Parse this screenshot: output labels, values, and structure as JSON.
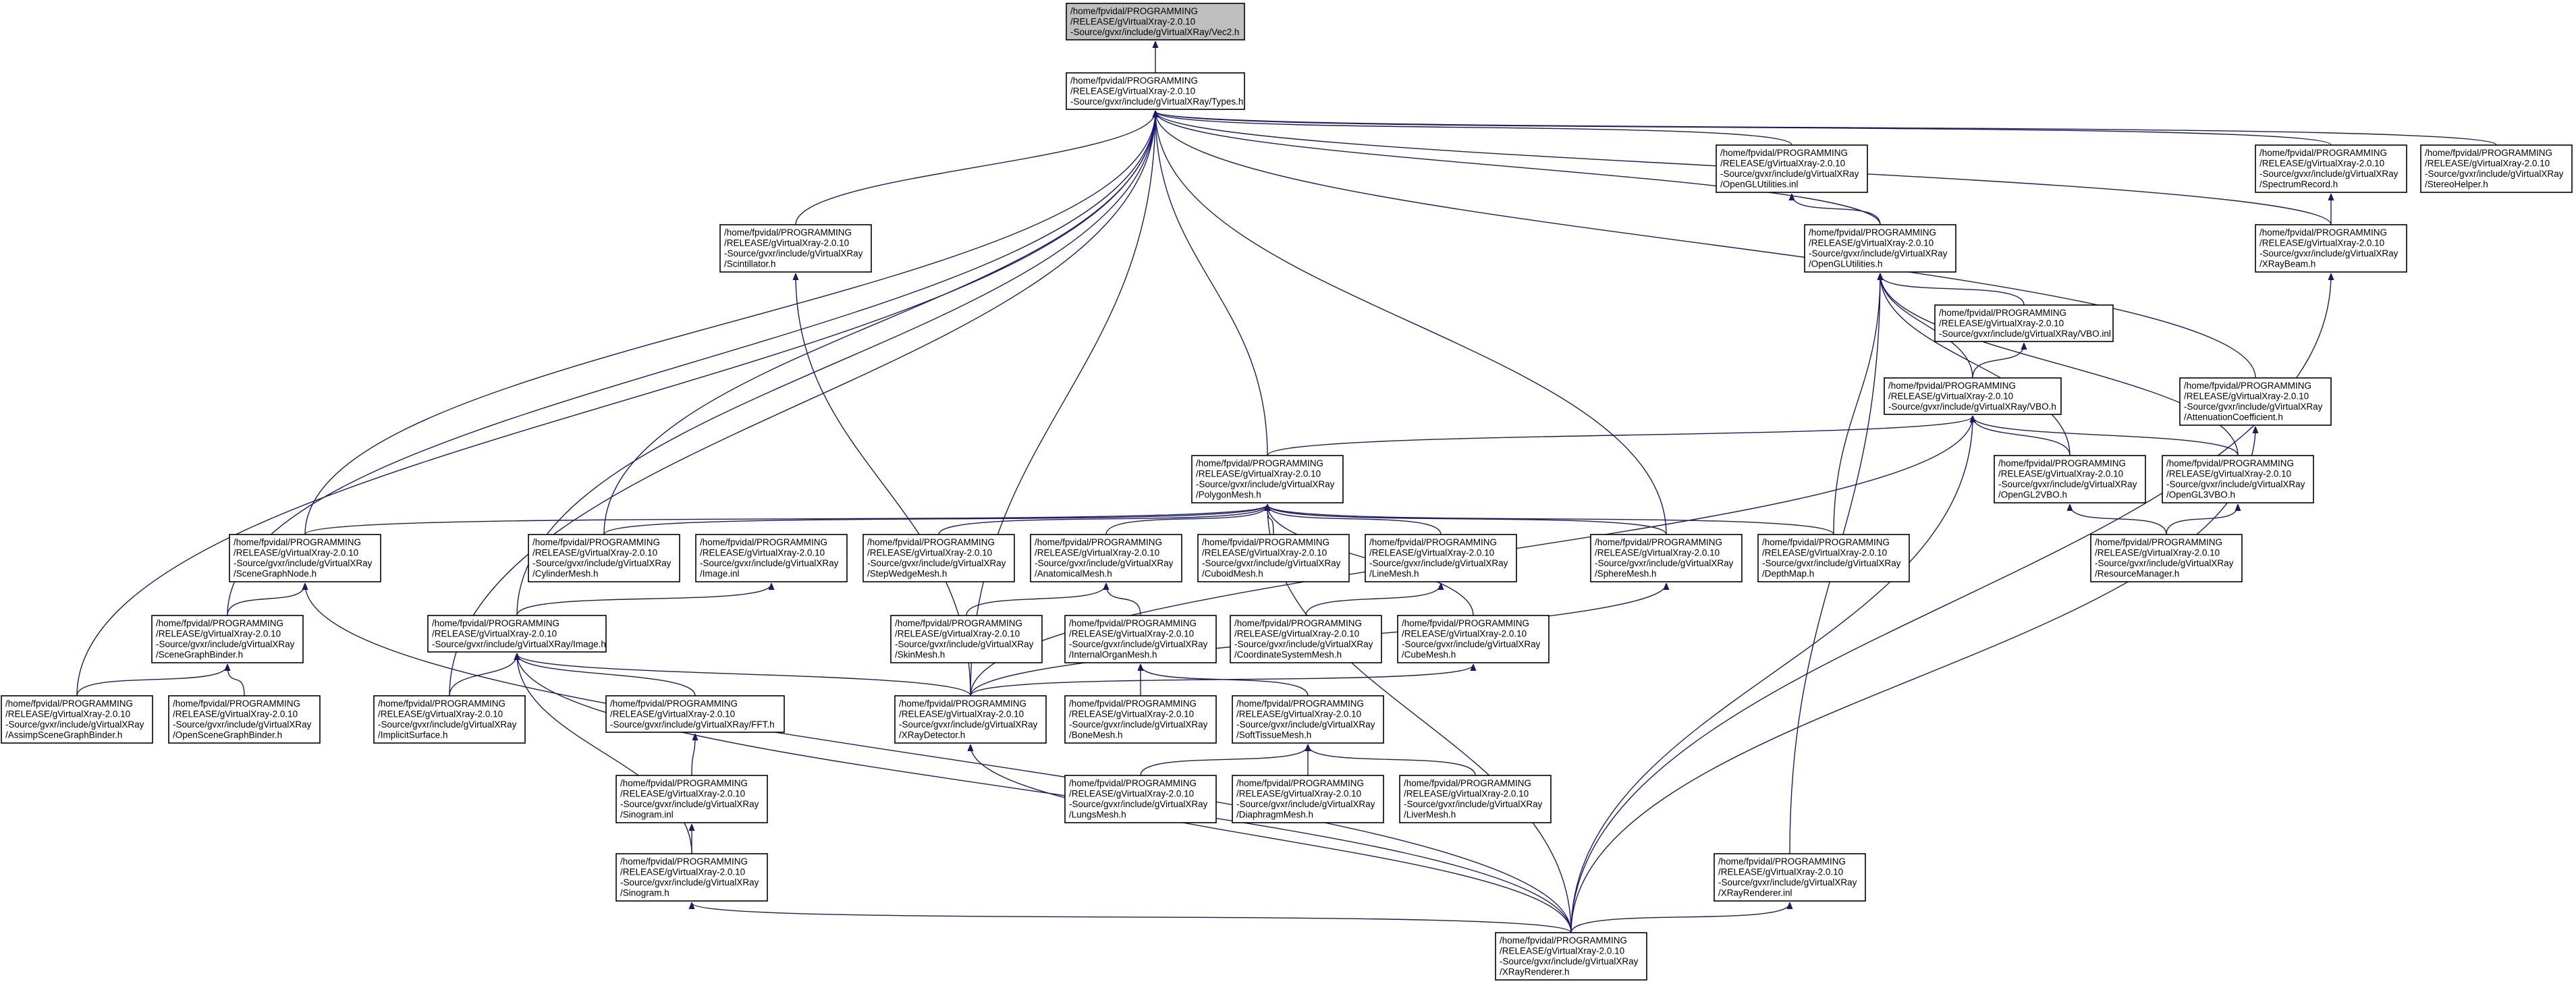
{
  "diagram": {
    "colors": {
      "edge": "#191970",
      "box_border": "#000000",
      "root_fill": "#bfbfbf",
      "box_fill": "#ffffff"
    },
    "nodes": [
      {
        "id": "vec2",
        "lines": [
          "/home/fpvidal/PROGRAMMING",
          "/RELEASE/gVirtualXray-2.0.10",
          "-Source/gvxr/include/gVirtualXRay/Vec2.h"
        ],
        "root": true
      },
      {
        "id": "types",
        "lines": [
          "/home/fpvidal/PROGRAMMING",
          "/RELEASE/gVirtualXray-2.0.10",
          "-Source/gvxr/include/gVirtualXRay/Types.h"
        ]
      },
      {
        "id": "oglutil_inl",
        "lines": [
          "/home/fpvidal/PROGRAMMING",
          "/RELEASE/gVirtualXray-2.0.10",
          "-Source/gvxr/include/gVirtualXRay",
          "/OpenGLUtilities.inl"
        ]
      },
      {
        "id": "spectrum",
        "lines": [
          "/home/fpvidal/PROGRAMMING",
          "/RELEASE/gVirtualXray-2.0.10",
          "-Source/gvxr/include/gVirtualXRay",
          "/SpectrumRecord.h"
        ]
      },
      {
        "id": "stereo",
        "lines": [
          "/home/fpvidal/PROGRAMMING",
          "/RELEASE/gVirtualXray-2.0.10",
          "-Source/gvxr/include/gVirtualXRay",
          "/StereoHelper.h"
        ]
      },
      {
        "id": "scint",
        "lines": [
          "/home/fpvidal/PROGRAMMING",
          "/RELEASE/gVirtualXray-2.0.10",
          "-Source/gvxr/include/gVirtualXRay",
          "/Scintillator.h"
        ]
      },
      {
        "id": "oglutil_h",
        "lines": [
          "/home/fpvidal/PROGRAMMING",
          "/RELEASE/gVirtualXray-2.0.10",
          "-Source/gvxr/include/gVirtualXRay",
          "/OpenGLUtilities.h"
        ]
      },
      {
        "id": "xraybeam",
        "lines": [
          "/home/fpvidal/PROGRAMMING",
          "/RELEASE/gVirtualXray-2.0.10",
          "-Source/gvxr/include/gVirtualXRay",
          "/XRayBeam.h"
        ]
      },
      {
        "id": "vbo_inl",
        "lines": [
          "/home/fpvidal/PROGRAMMING",
          "/RELEASE/gVirtualXray-2.0.10",
          "-Source/gvxr/include/gVirtualXRay/VBO.inl"
        ]
      },
      {
        "id": "vbo_h",
        "lines": [
          "/home/fpvidal/PROGRAMMING",
          "/RELEASE/gVirtualXray-2.0.10",
          "-Source/gvxr/include/gVirtualXRay/VBO.h"
        ]
      },
      {
        "id": "atten",
        "lines": [
          "/home/fpvidal/PROGRAMMING",
          "/RELEASE/gVirtualXray-2.0.10",
          "-Source/gvxr/include/gVirtualXRay",
          "/AttenuationCoefficient.h"
        ]
      },
      {
        "id": "polymesh",
        "lines": [
          "/home/fpvidal/PROGRAMMING",
          "/RELEASE/gVirtualXray-2.0.10",
          "-Source/gvxr/include/gVirtualXRay",
          "/PolygonMesh.h"
        ]
      },
      {
        "id": "ogl2vbo",
        "lines": [
          "/home/fpvidal/PROGRAMMING",
          "/RELEASE/gVirtualXray-2.0.10",
          "-Source/gvxr/include/gVirtualXRay",
          "/OpenGL2VBO.h"
        ]
      },
      {
        "id": "ogl3vbo",
        "lines": [
          "/home/fpvidal/PROGRAMMING",
          "/RELEASE/gVirtualXray-2.0.10",
          "-Source/gvxr/include/gVirtualXRay",
          "/OpenGL3VBO.h"
        ]
      },
      {
        "id": "scenenode",
        "lines": [
          "/home/fpvidal/PROGRAMMING",
          "/RELEASE/gVirtualXray-2.0.10",
          "-Source/gvxr/include/gVirtualXRay",
          "/SceneGraphNode.h"
        ]
      },
      {
        "id": "cylmesh",
        "lines": [
          "/home/fpvidal/PROGRAMMING",
          "/RELEASE/gVirtualXray-2.0.10",
          "-Source/gvxr/include/gVirtualXRay",
          "/CylinderMesh.h"
        ]
      },
      {
        "id": "image_inl",
        "lines": [
          "/home/fpvidal/PROGRAMMING",
          "/RELEASE/gVirtualXray-2.0.10",
          "-Source/gvxr/include/gVirtualXRay",
          "/Image.inl"
        ]
      },
      {
        "id": "stepmesh",
        "lines": [
          "/home/fpvidal/PROGRAMMING",
          "/RELEASE/gVirtualXray-2.0.10",
          "-Source/gvxr/include/gVirtualXRay",
          "/StepWedgeMesh.h"
        ]
      },
      {
        "id": "anatmesh",
        "lines": [
          "/home/fpvidal/PROGRAMMING",
          "/RELEASE/gVirtualXray-2.0.10",
          "-Source/gvxr/include/gVirtualXRay",
          "/AnatomicalMesh.h"
        ]
      },
      {
        "id": "cuboid",
        "lines": [
          "/home/fpvidal/PROGRAMMING",
          "/RELEASE/gVirtualXray-2.0.10",
          "-Source/gvxr/include/gVirtualXRay",
          "/CuboidMesh.h"
        ]
      },
      {
        "id": "linemesh",
        "lines": [
          "/home/fpvidal/PROGRAMMING",
          "/RELEASE/gVirtualXray-2.0.10",
          "-Source/gvxr/include/gVirtualXRay",
          "/LineMesh.h"
        ]
      },
      {
        "id": "sphere",
        "lines": [
          "/home/fpvidal/PROGRAMMING",
          "/RELEASE/gVirtualXray-2.0.10",
          "-Source/gvxr/include/gVirtualXRay",
          "/SphereMesh.h"
        ]
      },
      {
        "id": "depthmap",
        "lines": [
          "/home/fpvidal/PROGRAMMING",
          "/RELEASE/gVirtualXray-2.0.10",
          "-Source/gvxr/include/gVirtualXRay",
          "/DepthMap.h"
        ]
      },
      {
        "id": "resmgr",
        "lines": [
          "/home/fpvidal/PROGRAMMING",
          "/RELEASE/gVirtualXray-2.0.10",
          "-Source/gvxr/include/gVirtualXRay",
          "/ResourceManager.h"
        ]
      },
      {
        "id": "scenebinder",
        "lines": [
          "/home/fpvidal/PROGRAMMING",
          "/RELEASE/gVirtualXray-2.0.10",
          "-Source/gvxr/include/gVirtualXRay",
          "/SceneGraphBinder.h"
        ]
      },
      {
        "id": "image_h",
        "lines": [
          "/home/fpvidal/PROGRAMMING",
          "/RELEASE/gVirtualXray-2.0.10",
          "-Source/gvxr/include/gVirtualXRay/Image.h"
        ]
      },
      {
        "id": "skinmesh",
        "lines": [
          "/home/fpvidal/PROGRAMMING",
          "/RELEASE/gVirtualXray-2.0.10",
          "-Source/gvxr/include/gVirtualXRay",
          "/SkinMesh.h"
        ]
      },
      {
        "id": "internal",
        "lines": [
          "/home/fpvidal/PROGRAMMING",
          "/RELEASE/gVirtualXray-2.0.10",
          "-Source/gvxr/include/gVirtualXRay",
          "/InternalOrganMesh.h"
        ]
      },
      {
        "id": "coordsys",
        "lines": [
          "/home/fpvidal/PROGRAMMING",
          "/RELEASE/gVirtualXray-2.0.10",
          "-Source/gvxr/include/gVirtualXRay",
          "/CoordinateSystemMesh.h"
        ]
      },
      {
        "id": "cubemesh",
        "lines": [
          "/home/fpvidal/PROGRAMMING",
          "/RELEASE/gVirtualXray-2.0.10",
          "-Source/gvxr/include/gVirtualXRay",
          "/CubeMesh.h"
        ]
      },
      {
        "id": "assimp",
        "lines": [
          "/home/fpvidal/PROGRAMMING",
          "/RELEASE/gVirtualXray-2.0.10",
          "-Source/gvxr/include/gVirtualXRay",
          "/AssimpSceneGraphBinder.h"
        ]
      },
      {
        "id": "openscene",
        "lines": [
          "/home/fpvidal/PROGRAMMING",
          "/RELEASE/gVirtualXray-2.0.10",
          "-Source/gvxr/include/gVirtualXRay",
          "/OpenSceneGraphBinder.h"
        ]
      },
      {
        "id": "implicit",
        "lines": [
          "/home/fpvidal/PROGRAMMING",
          "/RELEASE/gVirtualXray-2.0.10",
          "-Source/gvxr/include/gVirtualXRay",
          "/ImplicitSurface.h"
        ]
      },
      {
        "id": "fft",
        "lines": [
          "/home/fpvidal/PROGRAMMING",
          "/RELEASE/gVirtualXray-2.0.10",
          "-Source/gvxr/include/gVirtualXRay/FFT.h"
        ]
      },
      {
        "id": "xraydet",
        "lines": [
          "/home/fpvidal/PROGRAMMING",
          "/RELEASE/gVirtualXray-2.0.10",
          "-Source/gvxr/include/gVirtualXRay",
          "/XRayDetector.h"
        ]
      },
      {
        "id": "bonemesh",
        "lines": [
          "/home/fpvidal/PROGRAMMING",
          "/RELEASE/gVirtualXray-2.0.10",
          "-Source/gvxr/include/gVirtualXRay",
          "/BoneMesh.h"
        ]
      },
      {
        "id": "softtissue",
        "lines": [
          "/home/fpvidal/PROGRAMMING",
          "/RELEASE/gVirtualXray-2.0.10",
          "-Source/gvxr/include/gVirtualXRay",
          "/SoftTissueMesh.h"
        ]
      },
      {
        "id": "sinogram_inl",
        "lines": [
          "/home/fpvidal/PROGRAMMING",
          "/RELEASE/gVirtualXray-2.0.10",
          "-Source/gvxr/include/gVirtualXRay",
          "/Sinogram.inl"
        ]
      },
      {
        "id": "lungs",
        "lines": [
          "/home/fpvidal/PROGRAMMING",
          "/RELEASE/gVirtualXray-2.0.10",
          "-Source/gvxr/include/gVirtualXRay",
          "/LungsMesh.h"
        ]
      },
      {
        "id": "diaphragm",
        "lines": [
          "/home/fpvidal/PROGRAMMING",
          "/RELEASE/gVirtualXray-2.0.10",
          "-Source/gvxr/include/gVirtualXRay",
          "/DiaphragmMesh.h"
        ]
      },
      {
        "id": "liver",
        "lines": [
          "/home/fpvidal/PROGRAMMING",
          "/RELEASE/gVirtualXray-2.0.10",
          "-Source/gvxr/include/gVirtualXRay",
          "/LiverMesh.h"
        ]
      },
      {
        "id": "sinogram_h",
        "lines": [
          "/home/fpvidal/PROGRAMMING",
          "/RELEASE/gVirtualXray-2.0.10",
          "-Source/gvxr/include/gVirtualXRay",
          "/Sinogram.h"
        ]
      },
      {
        "id": "xrayrend_inl",
        "lines": [
          "/home/fpvidal/PROGRAMMING",
          "/RELEASE/gVirtualXray-2.0.10",
          "-Source/gvxr/include/gVirtualXRay",
          "/XRayRenderer.inl"
        ]
      },
      {
        "id": "xrayrend_h",
        "lines": [
          "/home/fpvidal/PROGRAMMING",
          "/RELEASE/gVirtualXray-2.0.10",
          "-Source/gvxr/include/gVirtualXRay",
          "/XRayRenderer.h"
        ]
      }
    ],
    "edges": [
      [
        "types",
        "vec2"
      ],
      [
        "oglutil_inl",
        "types"
      ],
      [
        "spectrum",
        "types"
      ],
      [
        "stereo",
        "types"
      ],
      [
        "scint",
        "types"
      ],
      [
        "oglutil_h",
        "types"
      ],
      [
        "xraybeam",
        "types"
      ],
      [
        "atten",
        "types"
      ],
      [
        "polymesh",
        "types"
      ],
      [
        "scenenode",
        "types"
      ],
      [
        "cylmesh",
        "types"
      ],
      [
        "sphere",
        "types"
      ],
      [
        "scenebinder",
        "types"
      ],
      [
        "image_h",
        "types"
      ],
      [
        "assimp",
        "types"
      ],
      [
        "implicit",
        "types"
      ],
      [
        "xraydet",
        "types"
      ],
      [
        "oglutil_h",
        "oglutil_inl"
      ],
      [
        "xraybeam",
        "spectrum"
      ],
      [
        "xraydet",
        "scint"
      ],
      [
        "vbo_inl",
        "oglutil_h"
      ],
      [
        "vbo_h",
        "oglutil_h"
      ],
      [
        "ogl2vbo",
        "oglutil_h"
      ],
      [
        "ogl3vbo",
        "oglutil_h"
      ],
      [
        "depthmap",
        "oglutil_h"
      ],
      [
        "xrayrend_inl",
        "oglutil_h"
      ],
      [
        "vbo_h",
        "vbo_inl"
      ],
      [
        "polymesh",
        "vbo_h"
      ],
      [
        "ogl2vbo",
        "vbo_h"
      ],
      [
        "ogl3vbo",
        "vbo_h"
      ],
      [
        "xraydet",
        "vbo_h"
      ],
      [
        "xrayrend_h",
        "vbo_h"
      ],
      [
        "resmgr",
        "ogl2vbo"
      ],
      [
        "resmgr",
        "ogl3vbo"
      ],
      [
        "xrayrend_h",
        "atten"
      ],
      [
        "xrayrend_h",
        "xraybeam"
      ],
      [
        "scenenode",
        "polymesh"
      ],
      [
        "cylmesh",
        "polymesh"
      ],
      [
        "stepmesh",
        "polymesh"
      ],
      [
        "anatmesh",
        "polymesh"
      ],
      [
        "cuboid",
        "polymesh"
      ],
      [
        "linemesh",
        "polymesh"
      ],
      [
        "sphere",
        "polymesh"
      ],
      [
        "depthmap",
        "polymesh"
      ],
      [
        "cubemesh",
        "polymesh"
      ],
      [
        "xrayrend_h",
        "polymesh"
      ],
      [
        "scenebinder",
        "scenenode"
      ],
      [
        "xrayrend_h",
        "scenenode"
      ],
      [
        "assimp",
        "scenebinder"
      ],
      [
        "openscene",
        "scenebinder"
      ],
      [
        "image_h",
        "image_inl"
      ],
      [
        "skinmesh",
        "anatmesh"
      ],
      [
        "internal",
        "anatmesh"
      ],
      [
        "coordsys",
        "linemesh"
      ],
      [
        "bonemesh",
        "internal"
      ],
      [
        "softtissue",
        "internal"
      ],
      [
        "xraydet",
        "cubemesh"
      ],
      [
        "xraydet",
        "sphere"
      ],
      [
        "implicit",
        "image_h"
      ],
      [
        "fft",
        "image_h"
      ],
      [
        "xraydet",
        "image_h"
      ],
      [
        "sinogram_h",
        "image_h"
      ],
      [
        "xrayrend_h",
        "image_h"
      ],
      [
        "sinogram_inl",
        "fft"
      ],
      [
        "sinogram_h",
        "sinogram_inl"
      ],
      [
        "lungs",
        "softtissue"
      ],
      [
        "diaphragm",
        "softtissue"
      ],
      [
        "liver",
        "softtissue"
      ],
      [
        "xrayrend_h",
        "xraydet"
      ],
      [
        "xrayrend_h",
        "sinogram_h"
      ],
      [
        "xrayrend_h",
        "xrayrend_inl"
      ]
    ]
  }
}
